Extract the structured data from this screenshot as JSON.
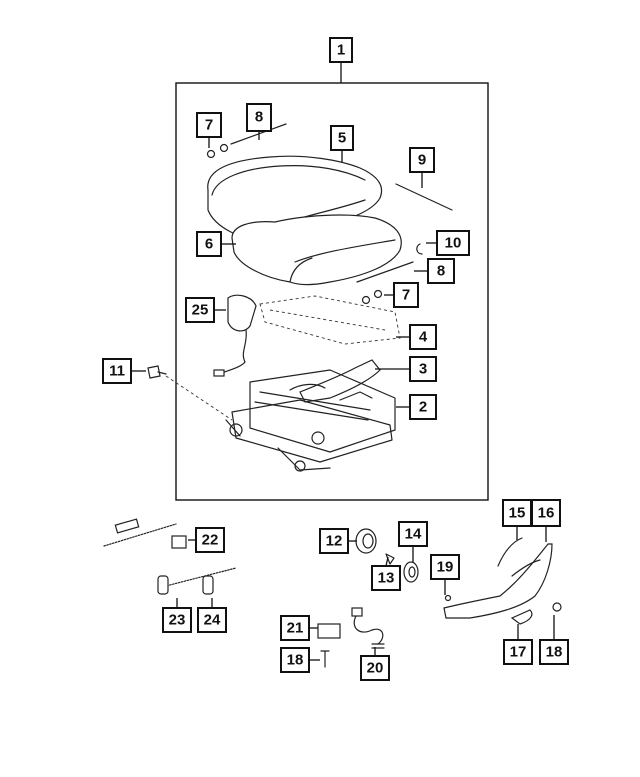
{
  "diagram": {
    "callouts": [
      {
        "id": "c1",
        "label": "1"
      },
      {
        "id": "c2",
        "label": "2"
      },
      {
        "id": "c3",
        "label": "3"
      },
      {
        "id": "c4",
        "label": "4"
      },
      {
        "id": "c5",
        "label": "5"
      },
      {
        "id": "c6",
        "label": "6"
      },
      {
        "id": "c7a",
        "label": "7"
      },
      {
        "id": "c7b",
        "label": "7"
      },
      {
        "id": "c8a",
        "label": "8"
      },
      {
        "id": "c8b",
        "label": "8"
      },
      {
        "id": "c9",
        "label": "9"
      },
      {
        "id": "c10",
        "label": "10"
      },
      {
        "id": "c11",
        "label": "11"
      },
      {
        "id": "c12",
        "label": "12"
      },
      {
        "id": "c13",
        "label": "13"
      },
      {
        "id": "c14",
        "label": "14"
      },
      {
        "id": "c15",
        "label": "15"
      },
      {
        "id": "c16",
        "label": "16"
      },
      {
        "id": "c17",
        "label": "17"
      },
      {
        "id": "c18a",
        "label": "18"
      },
      {
        "id": "c18b",
        "label": "18"
      },
      {
        "id": "c19",
        "label": "19"
      },
      {
        "id": "c20",
        "label": "20"
      },
      {
        "id": "c21",
        "label": "21"
      },
      {
        "id": "c22",
        "label": "22"
      },
      {
        "id": "c23",
        "label": "23"
      },
      {
        "id": "c24",
        "label": "24"
      },
      {
        "id": "c25",
        "label": "25"
      }
    ]
  }
}
